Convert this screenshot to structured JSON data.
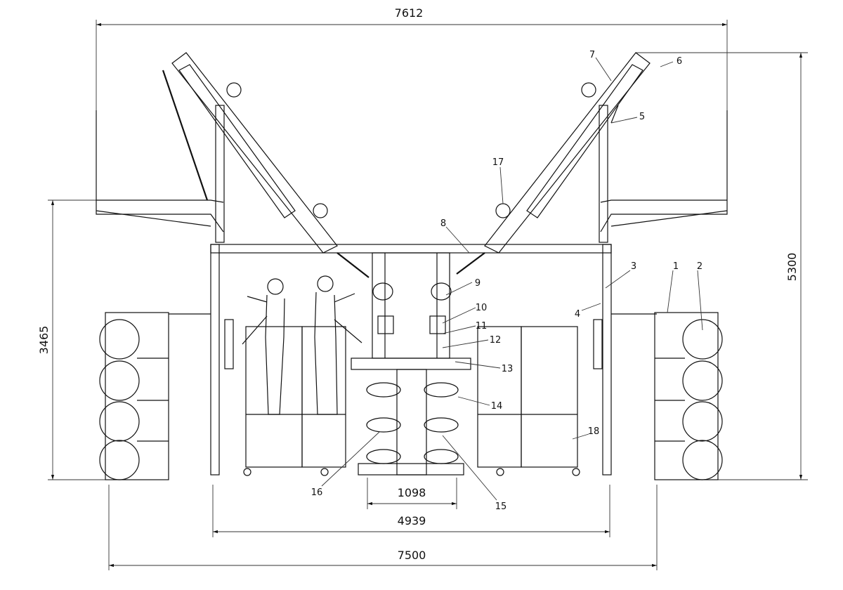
{
  "dimensions": {
    "overall_top_width": "7612",
    "overall_height": "5300",
    "platform_height": "3465",
    "center_column_width": "1098",
    "frame_width": "4939",
    "base_width": "7500"
  },
  "callouts": [
    "1",
    "2",
    "3",
    "4",
    "5",
    "6",
    "7",
    "8",
    "9",
    "10",
    "11",
    "12",
    "13",
    "14",
    "15",
    "16",
    "17",
    "18"
  ]
}
